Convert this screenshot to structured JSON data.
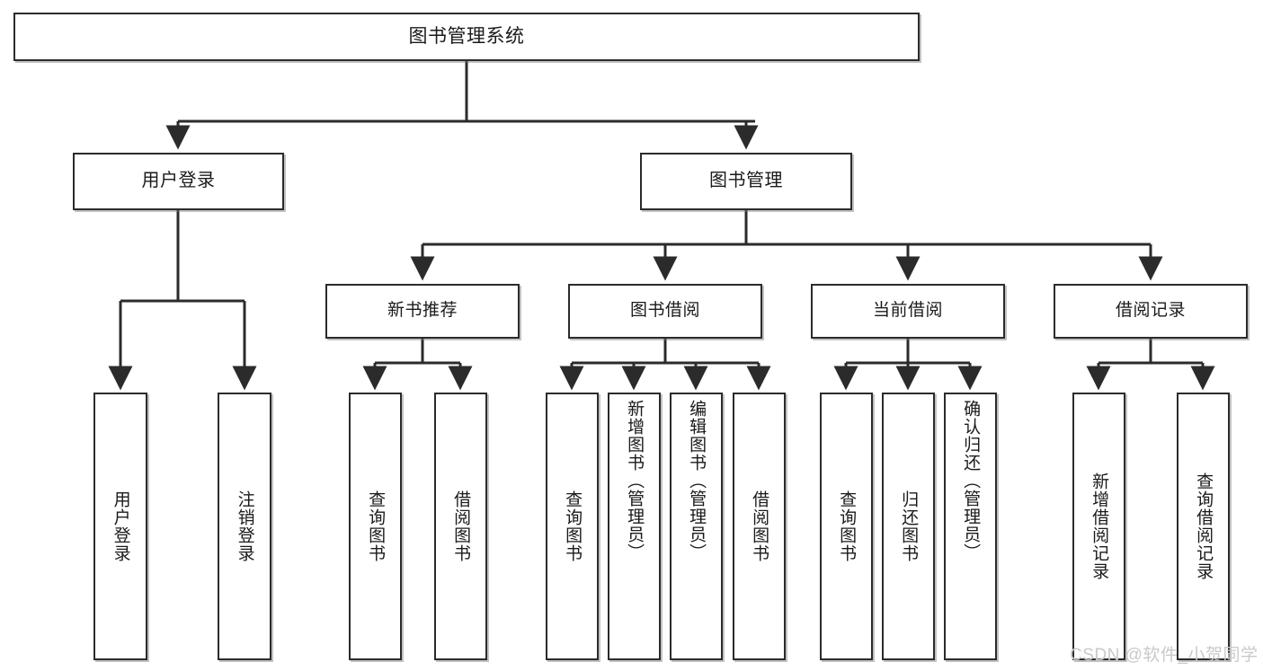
{
  "diagram": {
    "title": "图书管理系统",
    "type": "tree-hierarchy",
    "watermark": "CSDN @软件_小贺同学",
    "colors": {
      "stroke": "#2b2b2b",
      "fill": "#ffffff",
      "text": "#1a1a1a",
      "watermark": "#c9c9c9"
    },
    "root": {
      "label": "图书管理系统"
    },
    "level2": [
      {
        "label": "用户登录"
      },
      {
        "label": "图书管理"
      }
    ],
    "level3": [
      {
        "label": "新书推荐"
      },
      {
        "label": "图书借阅"
      },
      {
        "label": "当前借阅"
      },
      {
        "label": "借阅记录"
      }
    ],
    "leaves": {
      "user_login": [
        {
          "label": "用户登录"
        },
        {
          "label": "注销登录"
        }
      ],
      "new_book_recommend": [
        {
          "label": "查询图书"
        },
        {
          "label": "借阅图书"
        }
      ],
      "book_borrow": [
        {
          "label": "查询图书"
        },
        {
          "label": "新增图书（管理员）"
        },
        {
          "label": "编辑图书（管理员）"
        },
        {
          "label": "借阅图书"
        }
      ],
      "current_borrow": [
        {
          "label": "查询图书"
        },
        {
          "label": "归还图书"
        },
        {
          "label": "确认归还（管理员）"
        }
      ],
      "borrow_record": [
        {
          "label": "新增借阅记录"
        },
        {
          "label": "查询借阅记录"
        }
      ]
    }
  }
}
